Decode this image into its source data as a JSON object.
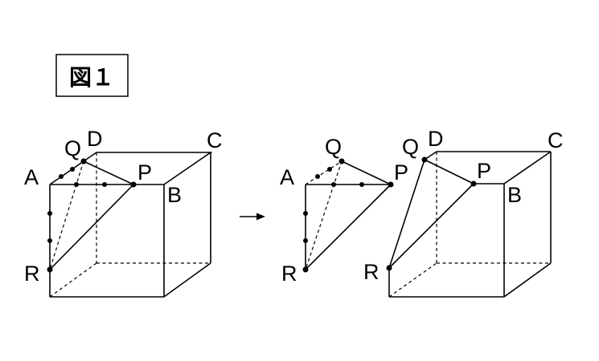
{
  "figure": {
    "title": "図１"
  },
  "labels": {
    "left": {
      "A": "A",
      "B": "B",
      "C": "C",
      "D": "D",
      "P": "P",
      "Q": "Q",
      "R": "R"
    },
    "middle": {
      "A": "A",
      "P": "P",
      "Q": "Q",
      "R": "R"
    },
    "right": {
      "B": "B",
      "C": "C",
      "D": "D",
      "P": "P",
      "Q": "Q",
      "R": "R"
    }
  }
}
